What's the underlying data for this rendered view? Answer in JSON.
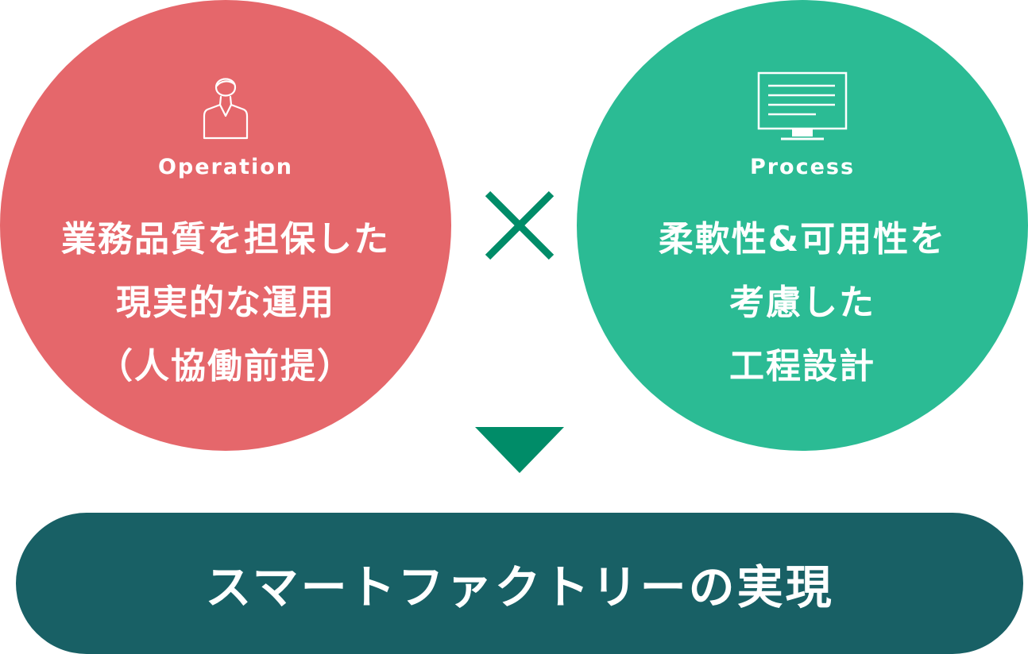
{
  "left_circle": {
    "color": "#e5676b",
    "icon": "person-icon",
    "tag": "Operation",
    "lines": [
      "業務品質を担保した",
      "現実的な運用",
      "（人協働前提）"
    ]
  },
  "right_circle": {
    "color": "#2bbb94",
    "icon": "monitor-icon",
    "tag": "Process",
    "lines": [
      "柔軟性&可用性を",
      "考慮した",
      "工程設計"
    ]
  },
  "operator_icon": "multiply-icon",
  "arrow_icon": "down-triangle-icon",
  "accent_color": "#008c68",
  "result": {
    "label": "スマートファクトリーの実現",
    "color": "#186065"
  }
}
